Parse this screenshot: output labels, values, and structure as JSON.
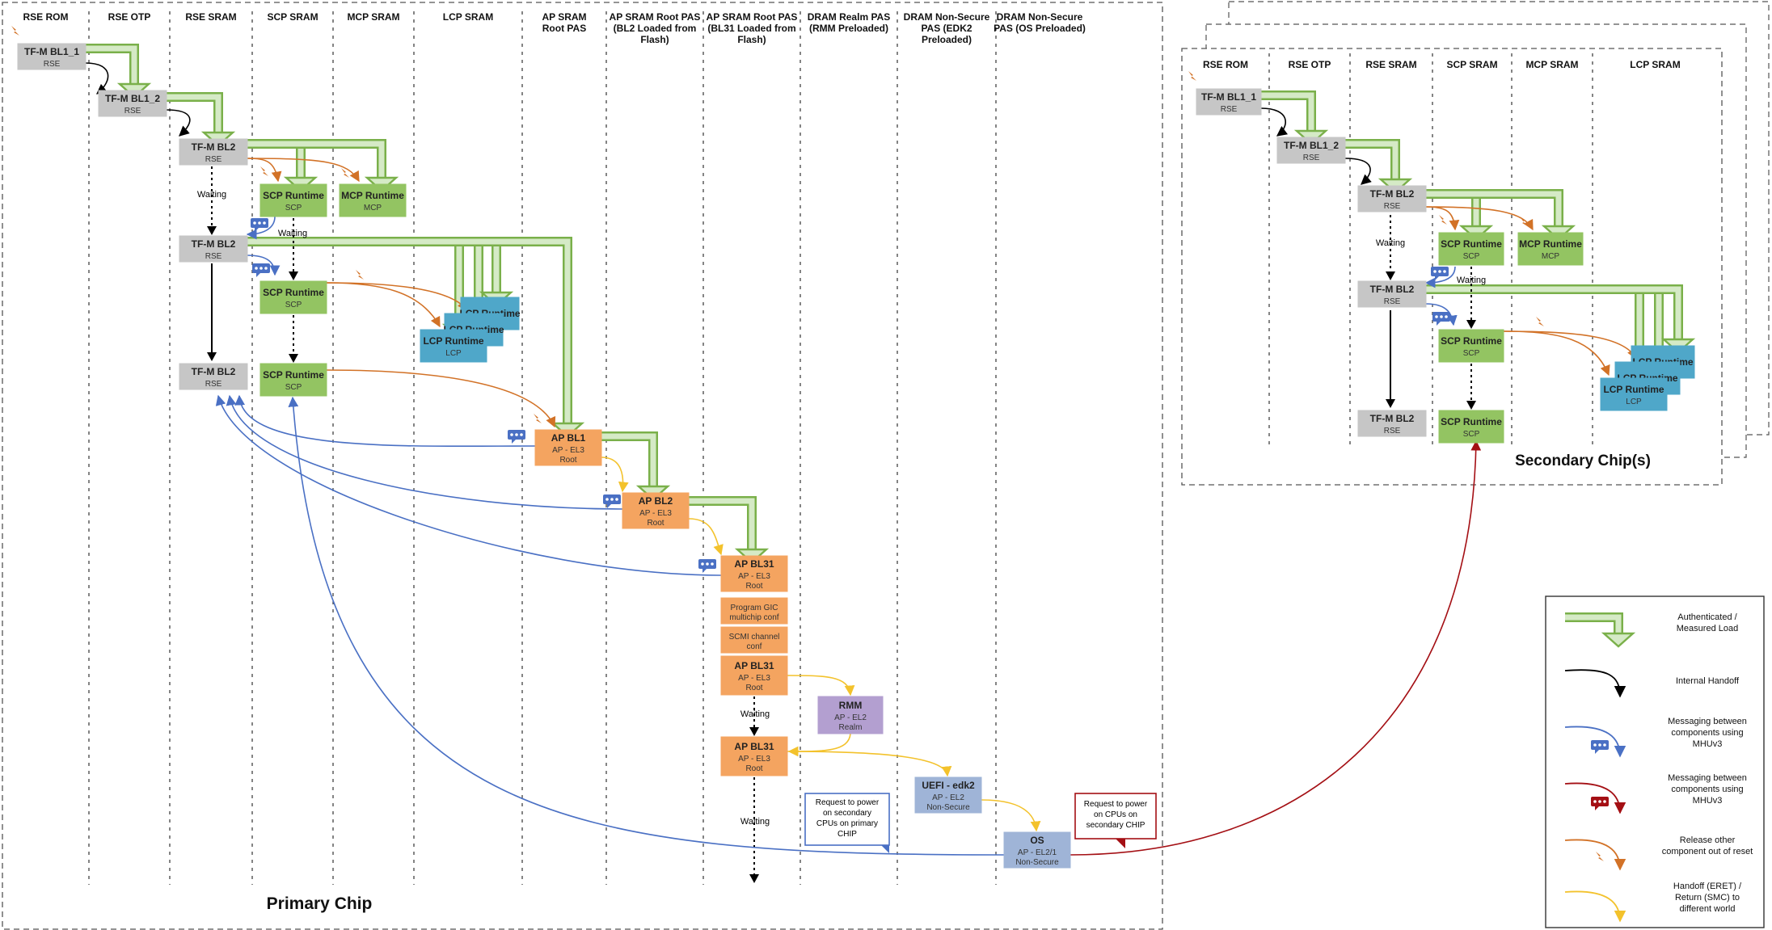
{
  "primary": {
    "title": "Primary Chip",
    "columns": [
      [
        "RSE ROM"
      ],
      [
        "RSE OTP"
      ],
      [
        "RSE SRAM"
      ],
      [
        "SCP SRAM"
      ],
      [
        "MCP SRAM"
      ],
      [
        "LCP SRAM"
      ],
      [
        "AP SRAM",
        "Root PAS"
      ],
      [
        "AP SRAM Root PAS",
        "(BL2 Loaded from",
        "Flash)"
      ],
      [
        "AP SRAM Root PAS",
        "(BL31 Loaded from",
        "Flash)"
      ],
      [
        "DRAM Realm PAS",
        "(RMM Preloaded)"
      ],
      [
        "DRAM Non-Secure",
        "PAS (EDK2",
        "Preloaded)"
      ],
      [
        "DRAM Non-Secure",
        "PAS (OS Preloaded)"
      ]
    ],
    "boxes": [
      {
        "id": "bl11",
        "name": "TF-M BL1_1",
        "sub": [
          "RSE"
        ],
        "color": "grey"
      },
      {
        "id": "bl12",
        "name": "TF-M BL1_2",
        "sub": [
          "RSE"
        ],
        "color": "grey"
      },
      {
        "id": "bl2a",
        "name": "TF-M BL2",
        "sub": [
          "RSE"
        ],
        "color": "grey"
      },
      {
        "id": "scp1",
        "name": "SCP Runtime",
        "sub": [
          "SCP"
        ],
        "color": "green"
      },
      {
        "id": "mcp1",
        "name": "MCP Runtime",
        "sub": [
          "MCP"
        ],
        "color": "green"
      },
      {
        "id": "bl2b",
        "name": "TF-M BL2",
        "sub": [
          "RSE"
        ],
        "color": "grey"
      },
      {
        "id": "scp2",
        "name": "SCP Runtime",
        "sub": [
          "SCP"
        ],
        "color": "green"
      },
      {
        "id": "lcp3",
        "name": "LCP Runtime",
        "sub": [],
        "color": "blue"
      },
      {
        "id": "lcp2",
        "name": "LCP Runtime",
        "sub": [],
        "color": "blue"
      },
      {
        "id": "lcp1",
        "name": "LCP Runtime",
        "sub": [
          "LCP"
        ],
        "color": "blue"
      },
      {
        "id": "bl2c",
        "name": "TF-M BL2",
        "sub": [
          "RSE"
        ],
        "color": "grey"
      },
      {
        "id": "scp3",
        "name": "SCP Runtime",
        "sub": [
          "SCP"
        ],
        "color": "green"
      },
      {
        "id": "apbl1",
        "name": "AP BL1",
        "sub": [
          "AP - EL3",
          "Root"
        ],
        "color": "orange"
      },
      {
        "id": "apbl2",
        "name": "AP BL2",
        "sub": [
          "AP - EL3",
          "Root"
        ],
        "color": "orange"
      },
      {
        "id": "apbl31a",
        "name": "AP BL31",
        "sub": [
          "AP - EL3",
          "Root"
        ],
        "color": "orange"
      },
      {
        "id": "gic",
        "name": "",
        "sub": [
          "Program GIC",
          "multichip conf"
        ],
        "color": "orange"
      },
      {
        "id": "scmi",
        "name": "",
        "sub": [
          "SCMI channel",
          "conf"
        ],
        "color": "orange"
      },
      {
        "id": "apbl31b",
        "name": "AP BL31",
        "sub": [
          "AP - EL3",
          "Root"
        ],
        "color": "orange"
      },
      {
        "id": "rmm",
        "name": "RMM",
        "sub": [
          "AP - EL2",
          "Realm"
        ],
        "color": "purple"
      },
      {
        "id": "apbl31c",
        "name": "AP BL31",
        "sub": [
          "AP - EL3",
          "Root"
        ],
        "color": "orange"
      },
      {
        "id": "uefi",
        "name": "UEFI - edk2",
        "sub": [
          "AP - EL2",
          "Non-Secure"
        ],
        "color": "slate"
      },
      {
        "id": "os",
        "name": "OS",
        "sub": [
          "AP - EL2/1",
          "Non-Secure"
        ],
        "color": "slate"
      }
    ],
    "waiting": "Waiting",
    "notes": {
      "blue": [
        "Request to power",
        "on secondary",
        "CPUs on primary",
        "CHIP"
      ],
      "red": [
        "Request to power",
        "on CPUs on",
        "secondary CHIP"
      ]
    }
  },
  "secondary": {
    "title": "Secondary Chip(s)",
    "columns": [
      [
        "RSE ROM"
      ],
      [
        "RSE OTP"
      ],
      [
        "RSE SRAM"
      ],
      [
        "SCP SRAM"
      ],
      [
        "MCP SRAM"
      ],
      [
        "LCP SRAM"
      ]
    ],
    "boxes": [
      {
        "id": "bl11",
        "name": "TF-M BL1_1",
        "sub": [
          "RSE"
        ],
        "color": "grey"
      },
      {
        "id": "bl12",
        "name": "TF-M BL1_2",
        "sub": [
          "RSE"
        ],
        "color": "grey"
      },
      {
        "id": "bl2a",
        "name": "TF-M BL2",
        "sub": [
          "RSE"
        ],
        "color": "grey"
      },
      {
        "id": "scp1",
        "name": "SCP Runtime",
        "sub": [
          "SCP"
        ],
        "color": "green"
      },
      {
        "id": "mcp1",
        "name": "MCP Runtime",
        "sub": [
          "MCP"
        ],
        "color": "green"
      },
      {
        "id": "bl2b",
        "name": "TF-M BL2",
        "sub": [
          "RSE"
        ],
        "color": "grey"
      },
      {
        "id": "scp2",
        "name": "SCP Runtime",
        "sub": [
          "SCP"
        ],
        "color": "green"
      },
      {
        "id": "lcp3",
        "name": "LCP Runtime",
        "sub": [],
        "color": "blue"
      },
      {
        "id": "lcp2",
        "name": "LCP Runtime",
        "sub": [],
        "color": "blue"
      },
      {
        "id": "lcp1",
        "name": "LCP Runtime",
        "sub": [
          "LCP"
        ],
        "color": "blue"
      },
      {
        "id": "bl2c",
        "name": "TF-M BL2",
        "sub": [
          "RSE"
        ],
        "color": "grey"
      },
      {
        "id": "scp3",
        "name": "SCP Runtime",
        "sub": [
          "SCP"
        ],
        "color": "green"
      }
    ],
    "waiting": "Waiting"
  },
  "legend": [
    {
      "icon": "authenticated-load-icon",
      "label": [
        "Authenticated /",
        "Measured Load"
      ]
    },
    {
      "icon": "internal-handoff-icon",
      "label": [
        "Internal Handoff"
      ]
    },
    {
      "icon": "mhu-blue-icon",
      "label": [
        "Messaging between",
        "components using",
        "MHUv3"
      ]
    },
    {
      "icon": "mhu-red-icon",
      "label": [
        "Messaging between",
        "components using",
        "MHUv3"
      ]
    },
    {
      "icon": "release-reset-icon",
      "label": [
        "Release other",
        "component out of reset"
      ]
    },
    {
      "icon": "eret-smc-icon",
      "label": [
        "Handoff (ERET) /",
        "Return (SMC) to",
        "different world"
      ]
    }
  ],
  "colors": {
    "grey": "#c6c6c6",
    "green": "#93c462",
    "blue": "#4fa7c9",
    "orange": "#f4a460",
    "purple": "#b39fd0",
    "slate": "#9fb4d7",
    "load_fill": "#d5eac6",
    "load_stroke": "#7ab04a",
    "black_arrow": "#000000",
    "blue_arrow": "#4a70c4",
    "red_arrow": "#a40f14",
    "orange_arrow": "#d27227",
    "yellow_arrow": "#f3c22c"
  }
}
